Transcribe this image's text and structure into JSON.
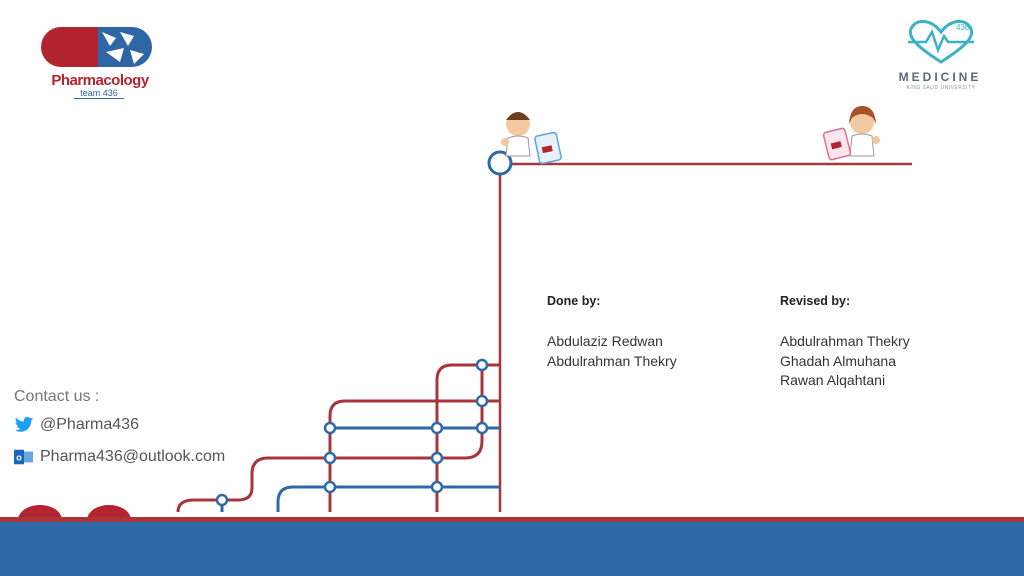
{
  "logos": {
    "left": {
      "title": "Pharmacology",
      "subtitle": "team 436"
    },
    "right": {
      "badge": "436",
      "title": "MEDICINE",
      "subtitle": "KING SAUD UNIVERSITY"
    }
  },
  "done_by": {
    "heading": "Done by:",
    "names": [
      "Abdulaziz Redwan",
      "Abdulrahman Thekry"
    ]
  },
  "revised_by": {
    "heading": "Revised by:",
    "names": [
      "Abdulrahman Thekry",
      "Ghadah Almuhana",
      "Rawan Alqahtani"
    ]
  },
  "contact": {
    "title": "Contact us :",
    "twitter": "@Pharma436",
    "email": "Pharma436@outlook.com"
  },
  "colors": {
    "red": "#a8343c",
    "blue": "#2e6aa8",
    "teal": "#3bb3c4"
  }
}
